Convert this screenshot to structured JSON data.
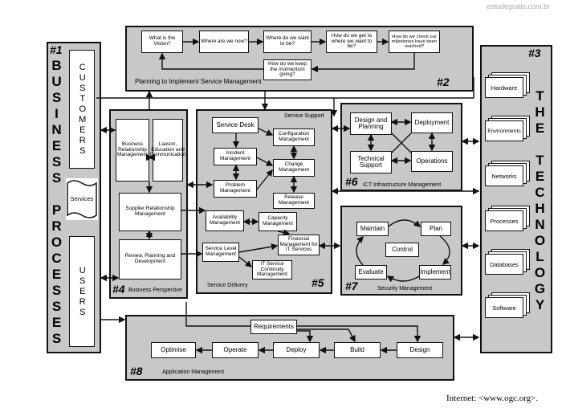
{
  "watermark": "estudegratis.com.br",
  "citation": "Internet: <www.ogc.org>.",
  "business": {
    "number": "#1",
    "title_vertical": "BUSINESS PROCESSES",
    "customers": "CUSTOMERS",
    "services": "Services",
    "users": "USERS"
  },
  "planning": {
    "number": "#2",
    "label": "Planning to Implement Service Management",
    "steps": [
      "What is the Vision?",
      "Where are we now?",
      "Where do we want to be?",
      "How do we get to where we want to be?",
      "How do we check our milestones have been reached?"
    ],
    "momentum": "How do we keep the momentum going?"
  },
  "technology": {
    "number": "#3",
    "title_vertical": "THE TECHNOLOGY",
    "items": [
      "Hardware",
      "Environments",
      "Networks",
      "Processes",
      "Databases",
      "Software"
    ]
  },
  "business_perspective": {
    "number": "#4",
    "label": "Business Perspective",
    "brm": "Business Relationship Management",
    "liaison": "Liaison, Education and Communication",
    "supplier": "Supplier Relationship Management",
    "review": "Review, Planning and Development"
  },
  "service_mgmt": {
    "number": "#5",
    "support_label": "Service Support",
    "delivery_label": "Service Delivery",
    "service_desk": "Service Desk",
    "config": "Configuration Management",
    "incident": "Incident Management",
    "change": "Change Management",
    "problem": "Problem Management",
    "release": "Release Management",
    "availability": "Availability Management",
    "capacity": "Capacity Management",
    "financial": "Financial Management for IT Services",
    "service_level": "Service Level Management",
    "continuity": "IT Service Continuity Management"
  },
  "ict": {
    "number": "#6",
    "label": "ICT Infrastructure Management",
    "design": "Design and Planning",
    "deployment": "Deployment",
    "technical": "Technical Support",
    "operations": "Operations"
  },
  "security": {
    "number": "#7",
    "label": "Security Management",
    "maintain": "Maintain",
    "plan": "Plan",
    "control": "Control",
    "evaluate": "Evaluate",
    "implement": "Implement"
  },
  "application": {
    "number": "#8",
    "label": "Application Management",
    "requirements": "Requirements",
    "optimise": "Optimise",
    "operate": "Operate",
    "deploy": "Deploy",
    "build": "Build",
    "design": "Design"
  }
}
